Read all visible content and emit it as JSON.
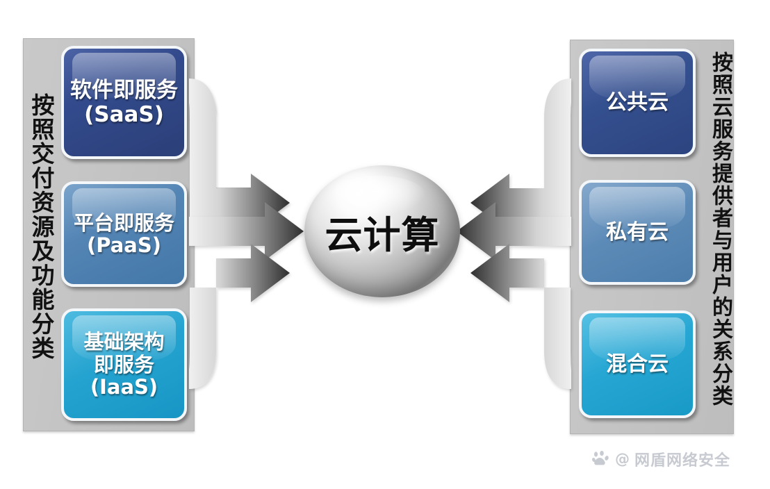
{
  "diagram": {
    "title_center": "云计算",
    "left_group": {
      "axis_label": "按照交付资源及功能分类",
      "items": [
        {
          "id": "saas",
          "label": "软件即服务\n(SaaS)",
          "line1": "软件即服务",
          "line2": "(SaaS)",
          "color": "#2b3f78"
        },
        {
          "id": "paas",
          "label": "平台即服务\n(PaaS)",
          "line1": "平台即服务",
          "line2": "(PaaS)",
          "color": "#4378a9"
        },
        {
          "id": "iaas",
          "label": "基础架构\n即服务\n(IaaS)",
          "line1": "基础架构",
          "line2": "即服务",
          "line3": "(IaaS)",
          "color": "#1795c4"
        }
      ]
    },
    "right_group": {
      "axis_label": "按照云服务提供者与用户的关系分类",
      "items": [
        {
          "id": "public",
          "label": "公共云",
          "color": "#2c4480"
        },
        {
          "id": "private",
          "label": "私有云",
          "color": "#4c7dab"
        },
        {
          "id": "hybrid",
          "label": "混合云",
          "color": "#189ac7"
        }
      ]
    },
    "arrows": {
      "count": 6,
      "direction": "inward-to-center",
      "color_start": "#e8e8e8",
      "color_end": "#3a3a3a"
    },
    "panel_color": "#c4c4c4",
    "background_color": "#ffffff"
  },
  "watermark": {
    "at_symbol": "@",
    "text": "网盾网络安全"
  }
}
